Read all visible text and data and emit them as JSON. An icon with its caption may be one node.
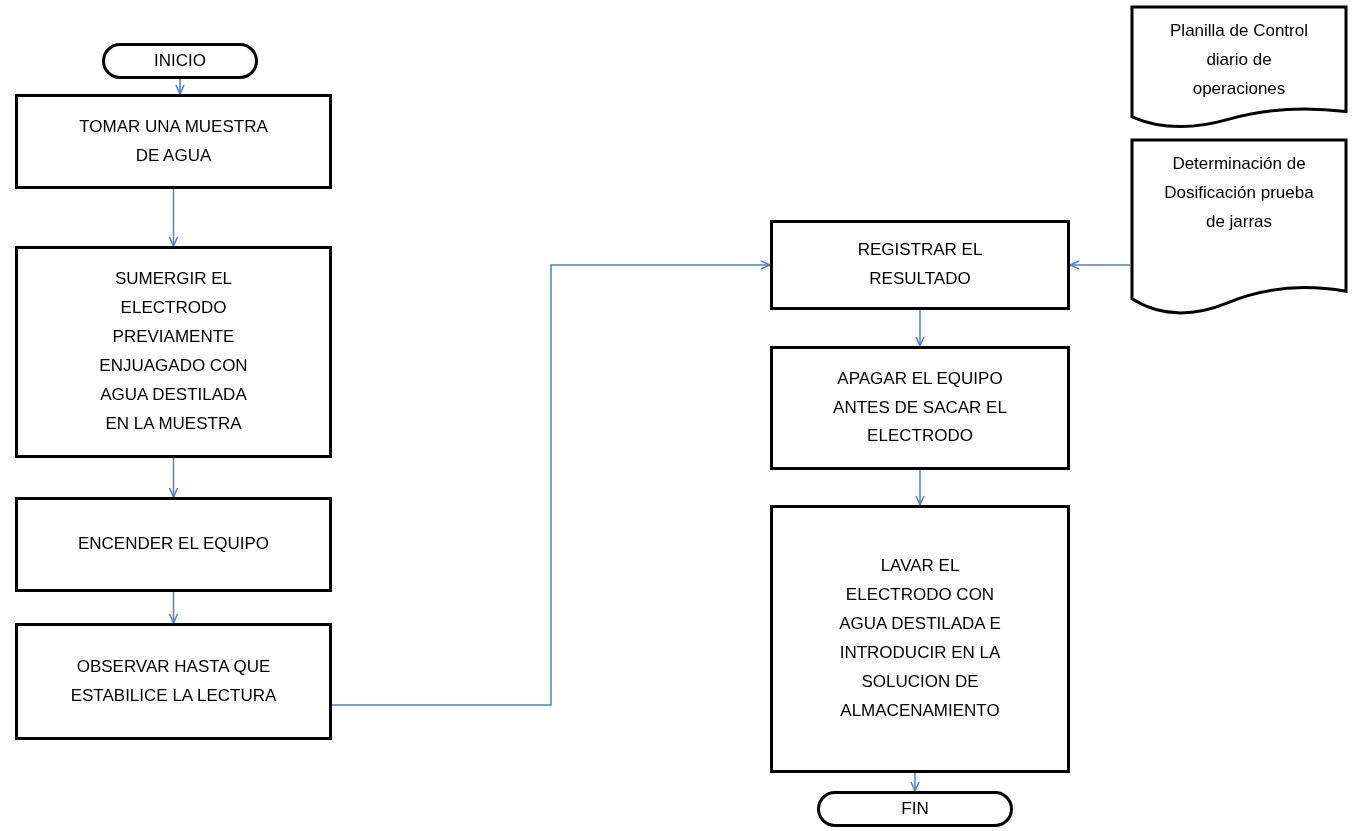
{
  "diagram": {
    "nodes": [
      {
        "text": [
          "INICIO"
        ]
      },
      {
        "text": [
          "TOMAR UNA MUESTRA DE AGUA"
        ]
      },
      {
        "text": [
          "SUMERGIR EL ELECTRODO PREVIAMENTE ENJUAGADO CON AGUA DESTILADA EN LA MUESTRA"
        ]
      },
      {
        "text": [
          "ENCENDER EL EQUIPO"
        ]
      },
      {
        "text": [
          "OBSERVAR HASTA QUE ESTABILICE LA LECTURA"
        ]
      },
      {
        "text": [
          "REGISTRAR EL RESULTADO"
        ]
      },
      {
        "text": [
          "APAGAR EL EQUIPO ANTES DE SACAR EL ELECTRODO"
        ]
      },
      {
        "text": [
          "LAVAR EL ELECTRODO CON AGUA DESTILADA E INTRODUCIR EN LA SOLUCION DE ALMACENAMIENTO"
        ]
      },
      {
        "text": [
          "FIN"
        ]
      },
      {
        "text": [
          "Planilla de Control diario de operaciones"
        ]
      },
      {
        "text": [
          "Determinación de Dosificación prueba de jarras"
        ]
      }
    ],
    "edges": [
      {
        "from": 0,
        "to": 1,
        "arrow": "to"
      },
      {
        "from": 1,
        "to": 2,
        "arrow": "to"
      },
      {
        "from": 2,
        "to": 3,
        "arrow": "to"
      },
      {
        "from": 3,
        "to": 4,
        "arrow": "to"
      },
      {
        "from": 4,
        "to": 5,
        "arrow": "to"
      },
      {
        "from": 5,
        "to": 6,
        "arrow": "to"
      },
      {
        "from": 6,
        "to": 7,
        "arrow": "to"
      },
      {
        "from": 7,
        "to": 8,
        "arrow": "to"
      },
      {
        "from": 10,
        "to": 5,
        "arrow": "to"
      }
    ]
  }
}
